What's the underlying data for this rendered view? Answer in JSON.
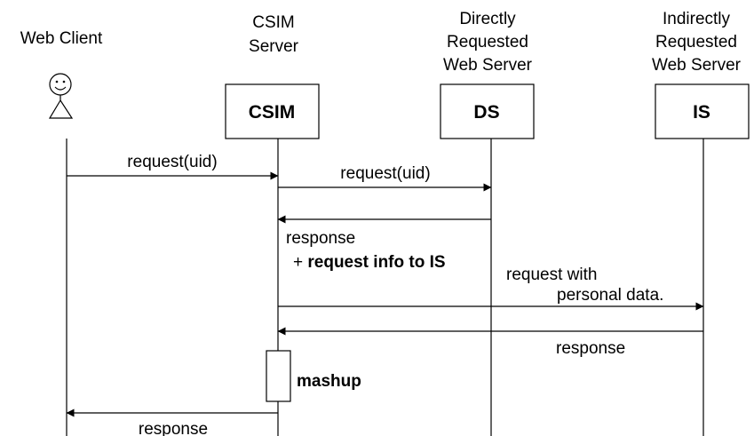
{
  "participants": [
    {
      "id": "client",
      "header_lines": [
        "Web Client"
      ],
      "box_label": ""
    },
    {
      "id": "csim",
      "header_lines": [
        "CSIM",
        "Server"
      ],
      "box_label": "CSIM"
    },
    {
      "id": "ds",
      "header_lines": [
        "Directly",
        "Requested",
        "Web Server"
      ],
      "box_label": "DS"
    },
    {
      "id": "is",
      "header_lines": [
        "Indirectly",
        "Requested",
        "Web Server"
      ],
      "box_label": "IS"
    }
  ],
  "messages": [
    {
      "id": "client-to-csim-request",
      "from": "client",
      "to": "csim",
      "lines": [
        "request(uid)"
      ]
    },
    {
      "id": "csim-to-ds-request",
      "from": "csim",
      "to": "ds",
      "lines": [
        "request(uid)"
      ]
    },
    {
      "id": "ds-to-csim-response",
      "from": "ds",
      "to": "csim",
      "lines": [
        "response"
      ],
      "extra": {
        "prefix": "+ ",
        "bold": "request info to IS"
      }
    },
    {
      "id": "csim-to-is-request",
      "from": "csim",
      "to": "is",
      "lines": [
        "request with",
        "personal data."
      ]
    },
    {
      "id": "is-to-csim-response",
      "from": "is",
      "to": "csim",
      "lines": [
        "response"
      ]
    },
    {
      "id": "csim-to-client-response",
      "from": "csim",
      "to": "client",
      "lines": [
        "response"
      ]
    }
  ],
  "activation": {
    "label": "mashup"
  }
}
